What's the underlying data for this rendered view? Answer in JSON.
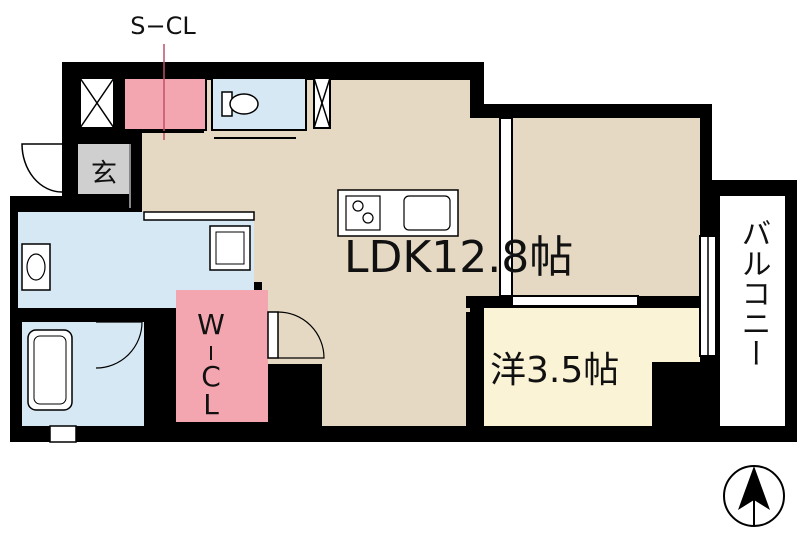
{
  "labels": {
    "storage_closet": "S−CL",
    "entrance": "玄",
    "ldk": "LDK12.8帖",
    "walk_in_closet_top": "W",
    "walk_in_closet_mid": "C",
    "walk_in_closet_bottom": "L",
    "western_room": "洋3.5帖",
    "balcony": "バルコニー"
  },
  "colors": {
    "wall": "#000000",
    "floor_wood": "#e6d9c3",
    "wet_area": "#d7e8f5",
    "closet_pink": "#f4a6b0",
    "western_room": "#fbf3d6",
    "entrance_gray": "#cfcfcf"
  },
  "icons": {
    "compass": "north-arrow-icon"
  }
}
